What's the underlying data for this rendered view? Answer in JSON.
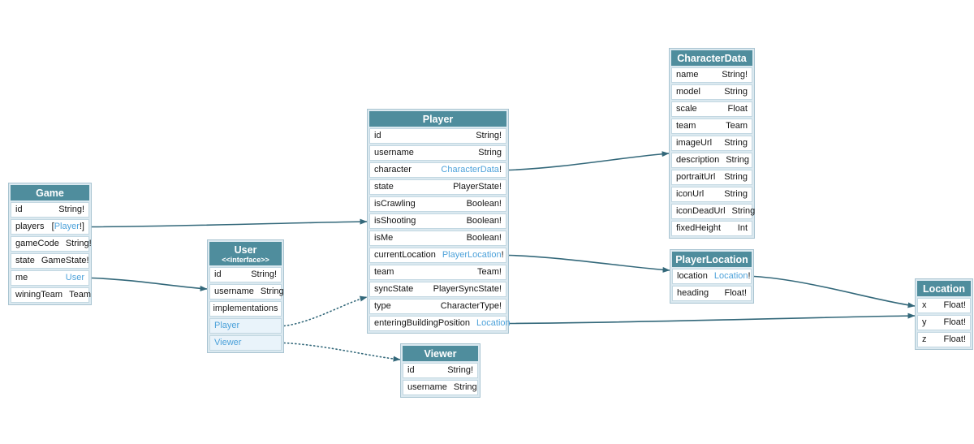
{
  "diagram": {
    "kind": "graphql-schema-diagram",
    "colors": {
      "header_teal": "#4f8d9d",
      "link_blue": "#4da2da",
      "arrow": "#33687a",
      "row_border": "#c3d8e2",
      "tinted_row": "#e9f3fa",
      "canvas_bg": "#ffffff"
    },
    "nodes": [
      {
        "name": "Game",
        "title": "Game",
        "fields": [
          {
            "name": "id",
            "type": "String!"
          },
          {
            "name": "players",
            "type_pre": "[",
            "type_link": "Player",
            "type_post": "!]"
          },
          {
            "name": "gameCode",
            "type": "String!"
          },
          {
            "name": "state",
            "type": "GameState!"
          },
          {
            "name": "me",
            "type_link": "User"
          },
          {
            "name": "winingTeam",
            "type": "Team"
          }
        ]
      },
      {
        "name": "User",
        "title": "User",
        "subtitle": "<<interface>>",
        "fields": [
          {
            "name": "id",
            "type": "String!"
          },
          {
            "name": "username",
            "type": "String"
          },
          {
            "name": "implementations",
            "section": true
          },
          {
            "name": "Player",
            "name_link": true,
            "tinted": true
          },
          {
            "name": "Viewer",
            "name_link": true,
            "tinted": true
          }
        ]
      },
      {
        "name": "Player",
        "title": "Player",
        "fields": [
          {
            "name": "id",
            "type": "String!"
          },
          {
            "name": "username",
            "type": "String"
          },
          {
            "name": "character",
            "type_link": "CharacterData",
            "type_post": "!"
          },
          {
            "name": "state",
            "type": "PlayerState!"
          },
          {
            "name": "isCrawling",
            "type": "Boolean!"
          },
          {
            "name": "isShooting",
            "type": "Boolean!"
          },
          {
            "name": "isMe",
            "type": "Boolean!"
          },
          {
            "name": "currentLocation",
            "type_link": "PlayerLocation",
            "type_post": "!"
          },
          {
            "name": "team",
            "type": "Team!"
          },
          {
            "name": "syncState",
            "type": "PlayerSyncState!"
          },
          {
            "name": "type",
            "type": "CharacterType!"
          },
          {
            "name": "enteringBuildingPosition",
            "type_link": "Location"
          }
        ]
      },
      {
        "name": "CharacterData",
        "title": "CharacterData",
        "fields": [
          {
            "name": "name",
            "type": "String!"
          },
          {
            "name": "model",
            "type": "String"
          },
          {
            "name": "scale",
            "type": "Float"
          },
          {
            "name": "team",
            "type": "Team"
          },
          {
            "name": "imageUrl",
            "type": "String"
          },
          {
            "name": "description",
            "type": "String"
          },
          {
            "name": "portraitUrl",
            "type": "String"
          },
          {
            "name": "iconUrl",
            "type": "String"
          },
          {
            "name": "iconDeadUrl",
            "type": "String"
          },
          {
            "name": "fixedHeight",
            "type": "Int"
          }
        ]
      },
      {
        "name": "PlayerLocation",
        "title": "PlayerLocation",
        "fields": [
          {
            "name": "location",
            "type_link": "Location",
            "type_post": "!"
          },
          {
            "name": "heading",
            "type": "Float!"
          }
        ]
      },
      {
        "name": "Location",
        "title": "Location",
        "fields": [
          {
            "name": "x",
            "type": "Float!"
          },
          {
            "name": "y",
            "type": "Float!"
          },
          {
            "name": "z",
            "type": "Float!"
          }
        ]
      },
      {
        "name": "Viewer",
        "title": "Viewer",
        "fields": [
          {
            "name": "id",
            "type": "String!"
          },
          {
            "name": "username",
            "type": "String"
          }
        ]
      }
    ],
    "edges": [
      {
        "from": "Game.players",
        "to": "Player",
        "style": "solid"
      },
      {
        "from": "Game.me",
        "to": "User",
        "style": "solid"
      },
      {
        "from": "Player.character",
        "to": "CharacterData",
        "style": "solid"
      },
      {
        "from": "Player.currentLocation",
        "to": "PlayerLocation",
        "style": "solid"
      },
      {
        "from": "Player.enteringBuildingPosition",
        "to": "Location",
        "style": "solid"
      },
      {
        "from": "PlayerLocation.location",
        "to": "Location",
        "style": "solid"
      },
      {
        "from": "User.Player",
        "to": "Player",
        "style": "dotted"
      },
      {
        "from": "User.Viewer",
        "to": "Viewer",
        "style": "dotted"
      }
    ]
  }
}
